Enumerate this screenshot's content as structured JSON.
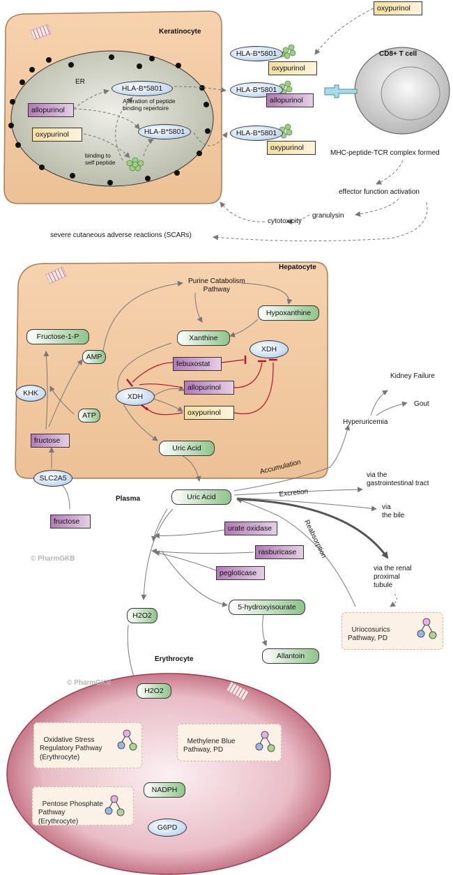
{
  "colors": {
    "cell_fill": "#f2c8a0",
    "cell_border": "#a97c56",
    "drug_purple": "#b27ab5",
    "drug_yellow": "#f3dfa1",
    "node_green": "#8fc48a",
    "node_blue": "#a8c8ea",
    "inhibition_red": "#b0102a",
    "erythrocyte": "#b85a6e"
  },
  "keratinocyte": {
    "title": "Keratinocyte",
    "er_label": "ER",
    "hla_er_1": "HLA-B*5801",
    "hla_er_2": "HLA-B*5801",
    "note_alteration": "Alteration of peptide\nbinding repertoire",
    "note_binding": "binding to\nself peptide",
    "drug_allopurinol": "allopurinol",
    "drug_oxypurinol": "oxypurinol",
    "surface_hla_1": "HLA-B*5801",
    "surface_hla_2": "HLA-B*5801",
    "surface_hla_3": "HLA-B*5801",
    "surface_drug_1": "oxypurinol",
    "surface_drug_2": "allopurinol",
    "surface_drug_3": "oxypurinol",
    "external_oxypurinol": "oxypurinol"
  },
  "tcell": {
    "title": "CD8+ T cell",
    "complex_label": "MHC-peptide-TCR complex formed",
    "effector": "effector function activation",
    "granulysin": "granulysin",
    "cytotoxicity": "cytotoxicity",
    "scars": "severe cutaneous adverse reactions (SCARs)"
  },
  "hepatocyte": {
    "title": "Hepatocyte",
    "purine_pathway": "Purine Catabolism\nPathway",
    "hypoxanthine": "Hypoxanthine",
    "xanthine": "Xanthine",
    "xdh_1": "XDH",
    "xdh_2": "XDH",
    "febuxostat": "febuxostat",
    "allopurinol": "allopurinol",
    "oxypurinol": "oxypurinol",
    "fructose_1p": "Fructose-1-P",
    "amp": "AMP",
    "khk": "KHK",
    "atp": "ATP",
    "fructose_in": "fructose",
    "uric_acid": "Uric Acid"
  },
  "plasma": {
    "title": "Plasma",
    "slc2a5": "SLC2A5",
    "fructose_out": "fructose",
    "uric_acid": "Uric Acid",
    "accumulation": "Accumulation",
    "excretion": "Excretion",
    "reabsorption": "Reabsorption",
    "hyperuricemia": "Hyperuricemia",
    "kidney_failure": "Kidney Failure",
    "gout": "Gout",
    "via_gi": "via the\ngastrointestinal tract",
    "via_bile": "via\nthe bile",
    "via_renal": "via the renal\nproximal\ntubule",
    "urate_oxidase": "urate oxidase",
    "rasburicase": "rasburicase",
    "pegloticase": "pegloticase",
    "hydroxyisourate": "5-hydroxyisourate",
    "allantoin": "Allantoin",
    "h2o2": "H2O2",
    "uricosurics": "Uriocosurics\nPathway, PD",
    "watermark": "© PharmGKB"
  },
  "erythrocyte": {
    "title": "Erythrocyte",
    "h2o2": "H2O2",
    "oxidative": "Oxidative Stress\nRegulatory Pathway\n(Erythrocyte)",
    "methylene": "Methylene Blue\nPathway, PD",
    "pentose": "Pentose Phosphate\nPathway\n(Erythrocyte)",
    "nadph": "NADPH",
    "g6pd": "G6PD",
    "watermark": "© PharmGKB"
  }
}
